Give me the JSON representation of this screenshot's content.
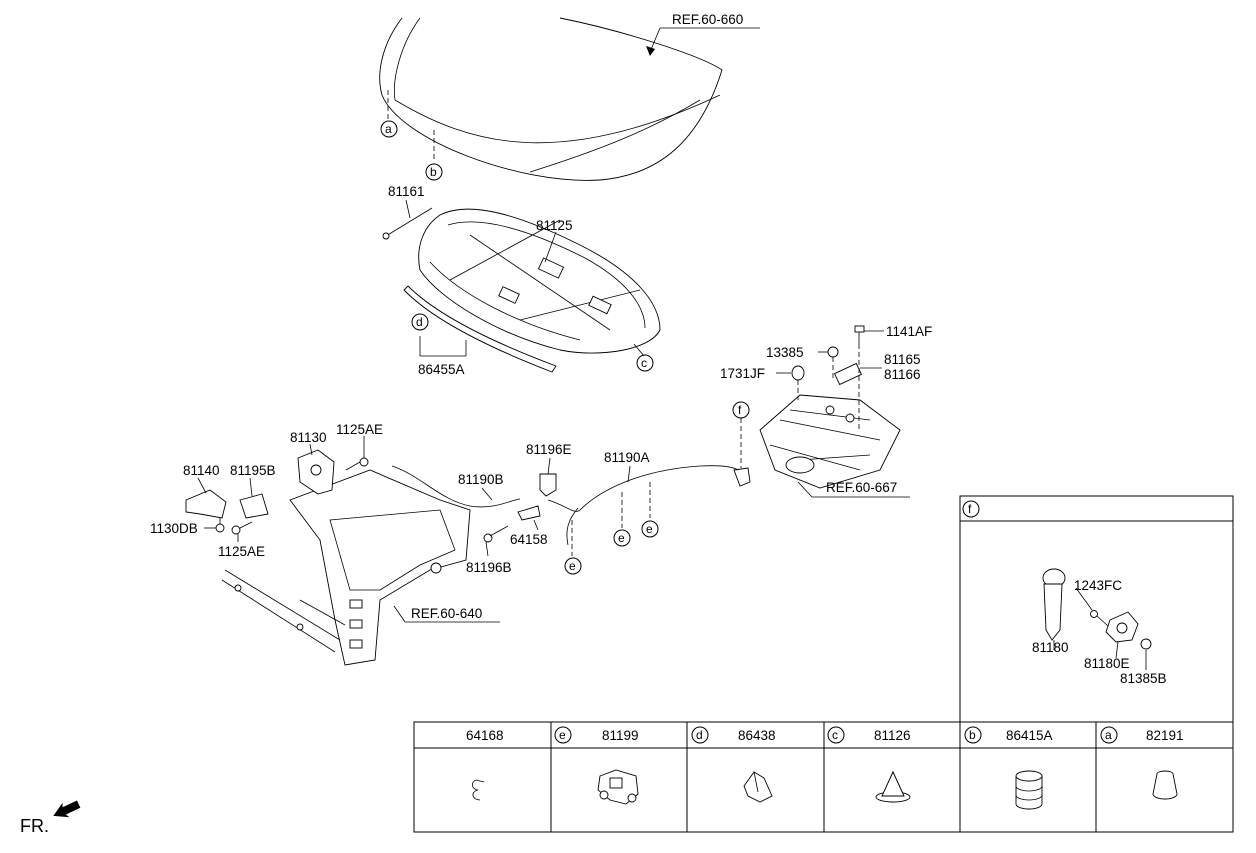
{
  "refs": {
    "r660": "REF.60-660",
    "r667": "REF.60-667",
    "r640": "REF.60-640"
  },
  "labels": {
    "p81161": "81161",
    "p81125": "81125",
    "p86455A": "86455A",
    "p1141AF": "1141AF",
    "p13385": "13385",
    "p81165": "81165",
    "p81166": "81166",
    "p1731JF": "1731JF",
    "p81130": "81130",
    "p1125AE_top": "1125AE",
    "p81140": "81140",
    "p81195B": "81195B",
    "p1130DB": "1130DB",
    "p1125AE_bot": "1125AE",
    "p81190B": "81190B",
    "p81196E": "81196E",
    "p81190A": "81190A",
    "p64158": "64158",
    "p81196B": "81196B"
  },
  "callouts": {
    "a": "a",
    "b": "b",
    "c": "c",
    "d": "d",
    "e1": "e",
    "e2": "e",
    "e3": "e",
    "f": "f"
  },
  "detail_f": {
    "letter": "f",
    "p1243FC": "1243FC",
    "p81180": "81180",
    "p81180E": "81180E",
    "p81385B": "81385B"
  },
  "table": [
    {
      "letter": "",
      "part": "64168"
    },
    {
      "letter": "e",
      "part": "81199"
    },
    {
      "letter": "d",
      "part": "86438"
    },
    {
      "letter": "c",
      "part": "81126"
    },
    {
      "letter": "b",
      "part": "86415A"
    },
    {
      "letter": "a",
      "part": "82191"
    }
  ],
  "fr_label": "FR."
}
